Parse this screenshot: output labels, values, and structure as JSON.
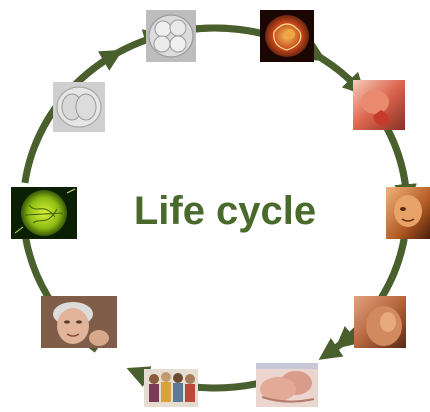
{
  "diagram": {
    "title": "Life cycle",
    "arrow_color": "#4a5f2e",
    "title_color": "#4a6a2c",
    "stages": [
      {
        "name": "two-cell-embryo-image"
      },
      {
        "name": "four-cell-embryo-image"
      },
      {
        "name": "blastocyst-image"
      },
      {
        "name": "early-fetus-image"
      },
      {
        "name": "fetus-ultrasound-image"
      },
      {
        "name": "pregnant-belly-image"
      },
      {
        "name": "newborn-baby-image"
      },
      {
        "name": "family-group-image"
      },
      {
        "name": "elderly-woman-image"
      },
      {
        "name": "fertilized-egg-image"
      }
    ]
  }
}
